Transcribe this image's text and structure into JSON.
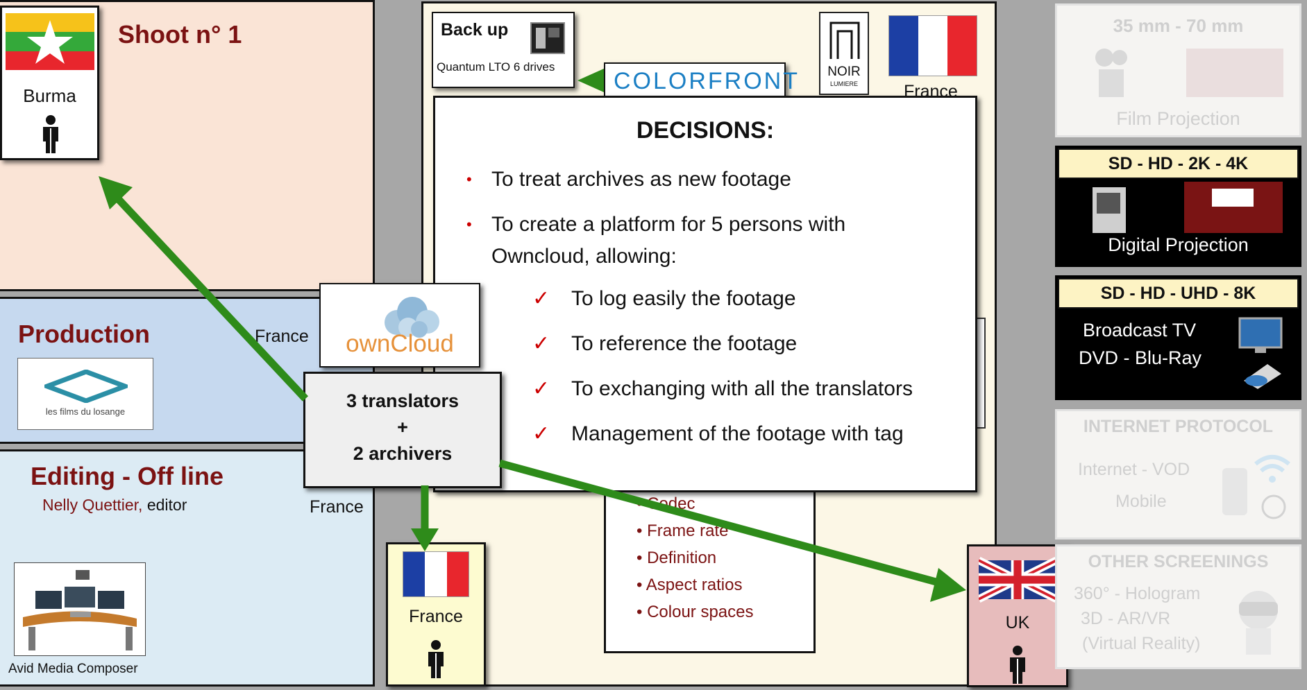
{
  "shoot": {
    "title": "Shoot n° 1",
    "country": "Burma"
  },
  "production": {
    "title": "Production",
    "country": "France",
    "logo_text": "les films du losange"
  },
  "editing": {
    "title": "Editing - Off line",
    "editor_name": "Nelly Quettier,",
    "editor_role": " editor",
    "country": "France",
    "tool_caption": "Avid Media Composer"
  },
  "backup": {
    "title": "Back up",
    "subtitle": "Quantum LTO 6 drives"
  },
  "colorfront": {
    "logo_text": "COLORFRONT"
  },
  "noir_lumiere": {
    "name": "NOIR",
    "sub": "LUMIERE"
  },
  "lab": {
    "country": "France"
  },
  "owncloud": {
    "logo_text": "ownCloud"
  },
  "team": {
    "line1": "3  translators",
    "line2": "+",
    "line3": "2 archivers"
  },
  "decisions": {
    "heading": "DECISIONS:",
    "bullets": [
      "To treat archives as new footage",
      "To create  a platform for 5 persons with Owncloud, allowing:"
    ],
    "checks": [
      "To log easily the footage",
      "To reference the footage",
      "To exchanging with all the translators",
      "Management of the footage with tag"
    ]
  },
  "specs": {
    "items": [
      "Codec",
      "Frame rate",
      "Definition",
      "Aspect ratios",
      "Colour spaces"
    ]
  },
  "translator_fr": {
    "country": "France"
  },
  "translator_uk": {
    "country": "UK"
  },
  "formats": {
    "film": {
      "header": "35 mm - 70 mm",
      "caption": "Film Projection"
    },
    "digital": {
      "header": "SD - HD - 2K - 4K",
      "caption": "Digital Projection"
    },
    "broadcast": {
      "header": "SD - HD - UHD - 8K",
      "line1": "Broadcast  TV",
      "line2": "DVD - Blu-Ray"
    },
    "internet": {
      "header": "INTERNET PROTOCOL",
      "line1": "Internet - VOD",
      "line2": "Mobile"
    },
    "other": {
      "header": "OTHER SCREENINGS",
      "line1": "360°  - Hologram",
      "line2": "3D - AR/VR",
      "line3": "(Virtual Reality)"
    }
  },
  "colors": {
    "arrow": "#2e8b1a",
    "title": "#7b1212",
    "bullet": "#cc0000"
  }
}
